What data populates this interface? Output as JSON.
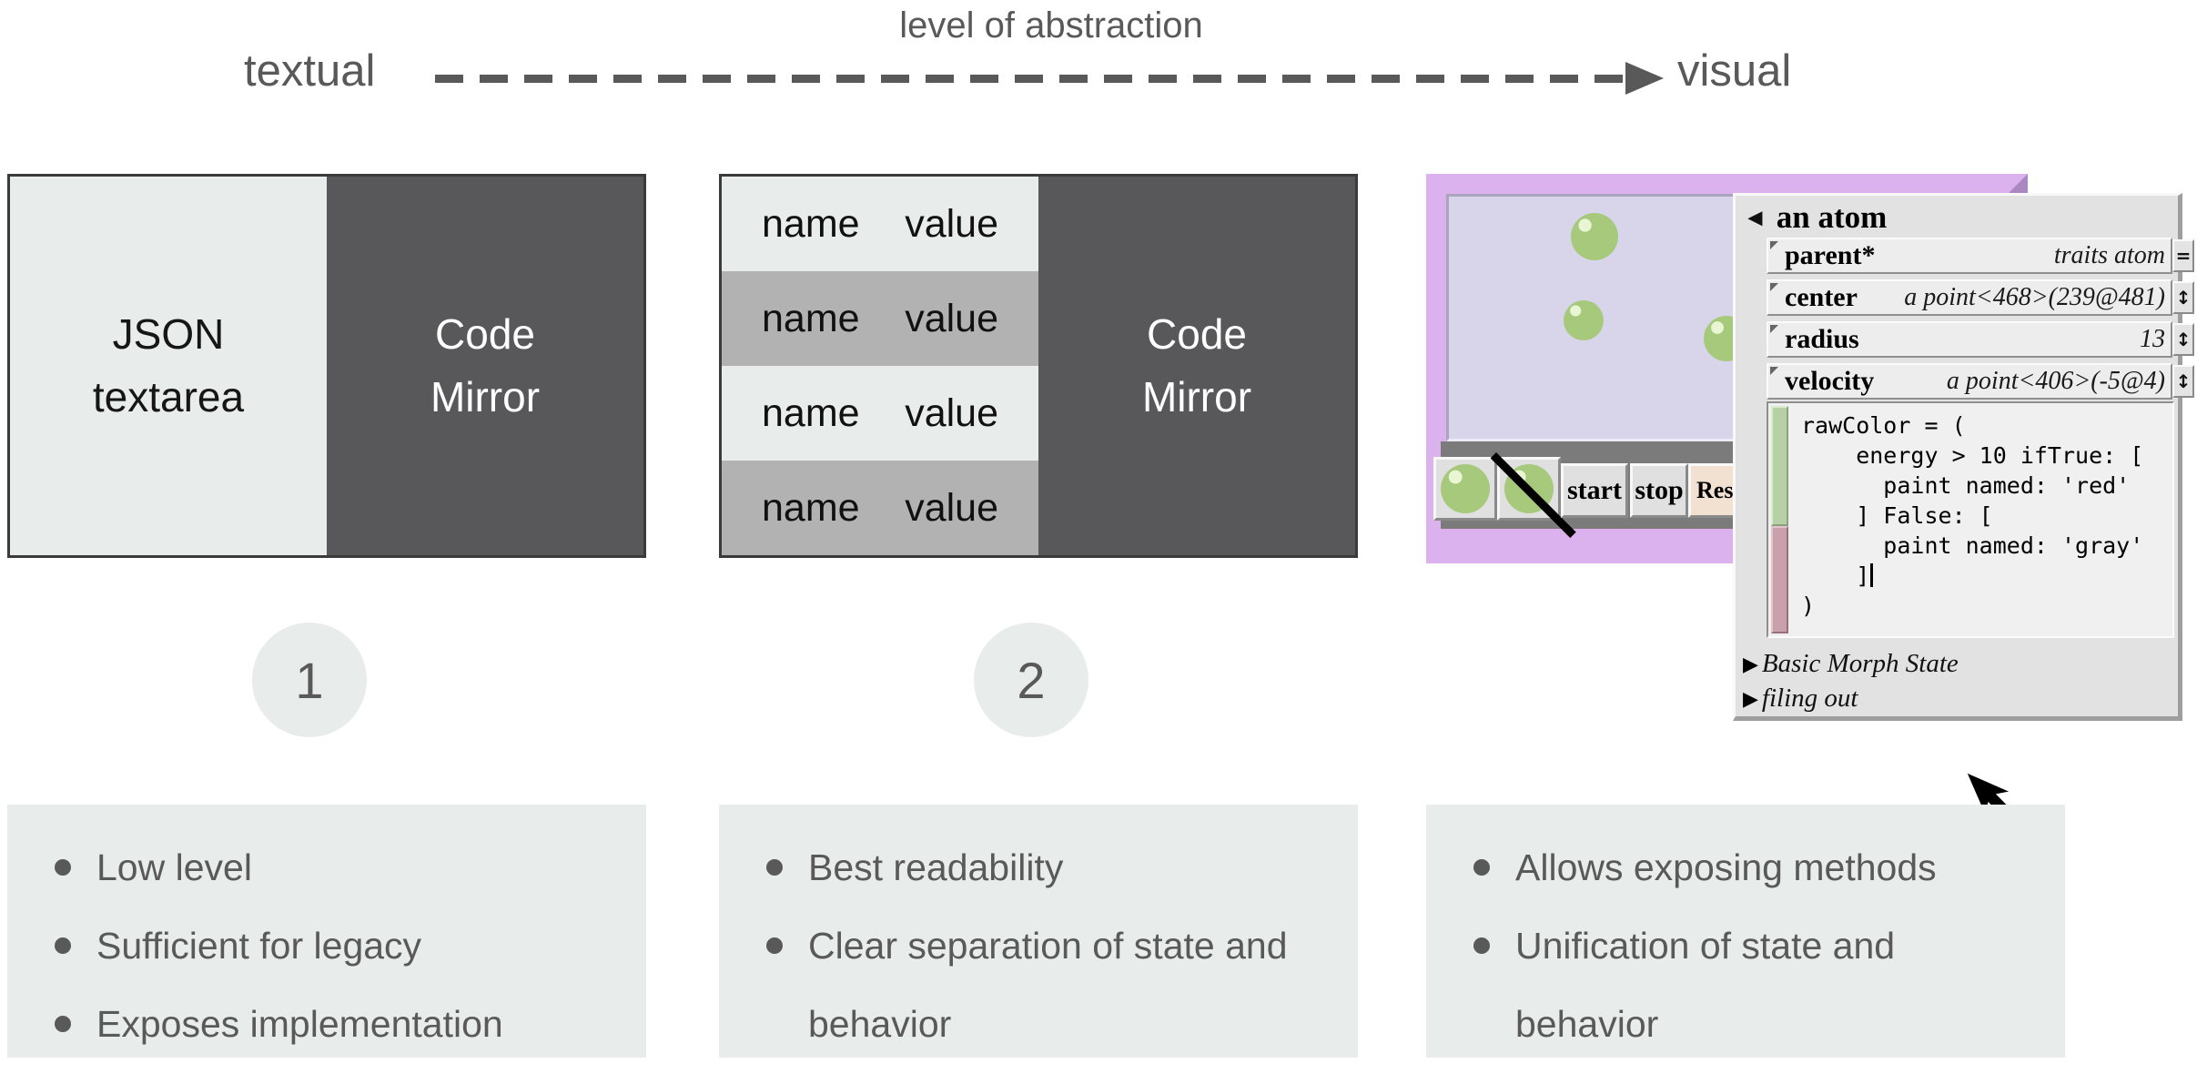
{
  "header": {
    "axis_label": "level of abstraction",
    "left_label": "textual",
    "right_label": "visual"
  },
  "colors": {
    "light_panel": "#e8eceb",
    "dark_panel": "#58585a",
    "table_alt_row": "#b2b2b2",
    "text_gray": "#595959",
    "window_purple": "#dcb2ee",
    "field_lavender": "#d8d4ea",
    "atom_green": "#a6c97c",
    "resize_button_tan": "#f2e1d1",
    "scrollbar_green": "#b7d0a6",
    "scrollbar_pink": "#c9a1ad"
  },
  "column1": {
    "number": "1",
    "box": {
      "left_label": "JSON textarea",
      "right_label": "Code Mirror"
    },
    "bullets": [
      "Low level",
      "Sufficient for legacy",
      "Exposes implementation"
    ]
  },
  "column2": {
    "number": "2",
    "table": {
      "rows": [
        {
          "name": "name",
          "value": "value"
        },
        {
          "name": "name",
          "value": "value"
        },
        {
          "name": "name",
          "value": "value"
        },
        {
          "name": "name",
          "value": "value"
        }
      ]
    },
    "box": {
      "right_label": "Code Mirror"
    },
    "bullets": [
      "Best readability",
      "Clear separation of state and behavior"
    ]
  },
  "column3": {
    "bullets": [
      "Allows exposing methods",
      "Unification of state and behavior"
    ],
    "simulation": {
      "toolbar": {
        "start": "start",
        "stop": "stop",
        "resize": "Resi"
      }
    },
    "inspector": {
      "title": "an atom",
      "rows": [
        {
          "label": "parent*",
          "value": "traits atom",
          "control": "="
        },
        {
          "label": "center",
          "value": "a point<468>(239@481)",
          "control": "↕"
        },
        {
          "label": "radius",
          "value": "13",
          "control": "↕"
        },
        {
          "label": "velocity",
          "value": "a point<406>(-5@4)",
          "control": "↕"
        }
      ],
      "code_lines": [
        "rawColor = (",
        "    energy > 10 ifTrue: [",
        "      paint named: 'red'",
        "    ] False: [",
        "      paint named: 'gray'",
        "    ]",
        ")"
      ],
      "sections": [
        "Basic Morph State",
        "filing out"
      ]
    }
  }
}
